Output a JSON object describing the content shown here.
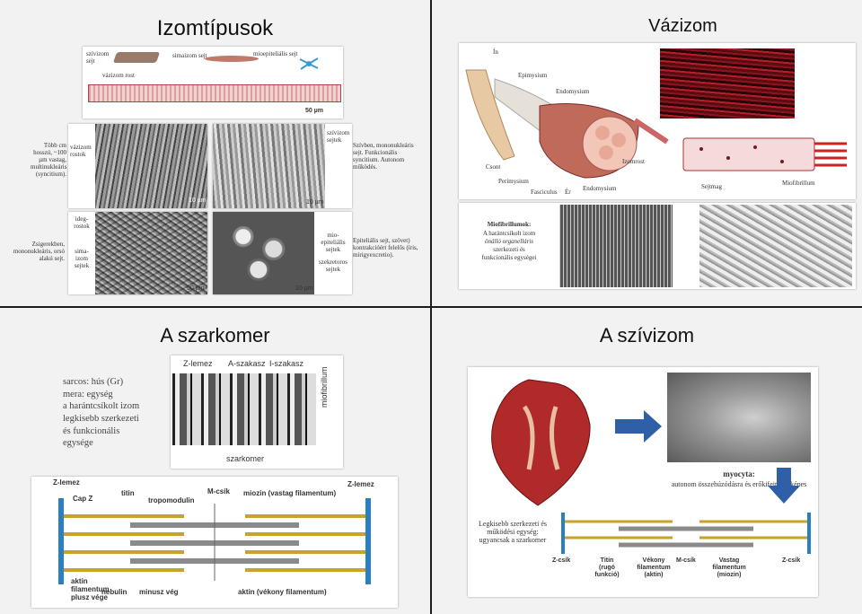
{
  "slide1": {
    "title": "Izomtípusok",
    "top_labels": {
      "cardiac_cell": "szívizom sejt",
      "smooth_cell": "simaizom sejt",
      "myoepithelial_cell": "mioepiteliális sejt",
      "skeletal_fiber": "vázizom rost",
      "scale": "50 µm"
    },
    "skeletal_desc": "Több cm hosszú, ~100 µm vastag, multinukleáris (syncitium).",
    "skeletal_img_label": "vázizom rostok",
    "cardiac_img_label": "szívizom sejtek",
    "cardiac_desc": "Szívben, mononukleáris sejt. Funkcionális syncitium. Autonom működés.",
    "smooth_desc": "Zsigerekben, mononukleáris, orsó alakú sejt.",
    "nerve_label": "ideg-rostok",
    "smooth_img_label": "sima-izom sejtek",
    "myo_label": "mio-epiteliális sejtek",
    "secretory_label": "szekretoros sejtek",
    "myo_desc": "Epiteliális sejt, szövet) kontrakcióért felelős (íris, mirigyexcretio).",
    "scale_10": "10 µm",
    "scale_50": "50 µm"
  },
  "slide2": {
    "title": "Vázizom",
    "labels": {
      "tendon": "Ín",
      "epimysium": "Epimysium",
      "endomysium_top": "Endomysium",
      "bone": "Csont",
      "perimysium": "Perimysium",
      "fasciculus": "Fasciculus",
      "vessel": "Ér",
      "endomysium_bottom": "Endomysium",
      "fiber": "Izomrost",
      "nucleus": "Sejtmag",
      "myofibril": "Miofibrillum"
    },
    "myofibril_title": "Miofibrillumok:",
    "myofibril_text1": "A harántcsíkolt izom",
    "myofibril_text2": "önálló organelláris",
    "myofibril_text3": "szerkezeti és",
    "myofibril_text4": "funkcionális egységei"
  },
  "slide3": {
    "title": "A szarkomer",
    "desc_lines": [
      "sarcos: hús (Gr)",
      "mera: egység",
      "a harántcsíkolt izom",
      "legkisebb szerkezeti",
      "és funkcionális",
      "egysége"
    ],
    "em_labels": {
      "z": "Z-lemez",
      "a": "A-szakasz",
      "i": "I-szakasz",
      "myofibril": "miofibrillum",
      "sarcomere": "szarkomer"
    },
    "diagram": {
      "z_left": "Z-lemez",
      "capz": "Cap Z",
      "titin": "titin",
      "tropomodulin": "tropomodulin",
      "mcsik": "M-csík",
      "myosin": "miozin (vastag filamentum)",
      "z_right": "Z-lemez",
      "actin_plus": "aktin filamentum plusz vége",
      "nebulin": "nebulin",
      "minus": "minusz vég",
      "actin_thin": "aktin (vékony filamentum)"
    }
  },
  "slide4": {
    "title": "A szívizom",
    "myocyta_title": "myocyta:",
    "myocyta_desc": "autonom összehúzódásra és erőkifejtésre képes",
    "smallest_unit": "Legkisebb szerkezeti és működési egység: ugyancsak a szarkomer",
    "bottom_labels": {
      "zleft": "Z-csík",
      "titin": "Titin (rugó funkció)",
      "thin": "Vékony filamentum (aktin)",
      "mcsik": "M-csík",
      "thick": "Vastag filamentum (miozin)",
      "zright": "Z-csík"
    }
  },
  "colors": {
    "actin": "#c9a227",
    "myosin": "#8a8a8a",
    "zdisc": "#2a7fc1",
    "arrow": "#2f5fa8",
    "muscle_red": "#b02a2a"
  }
}
